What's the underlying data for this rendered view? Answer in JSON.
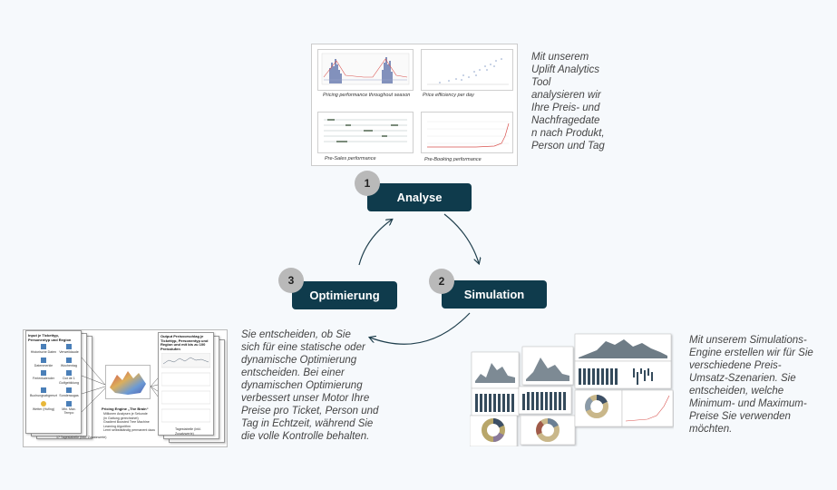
{
  "steps": [
    {
      "num": "1",
      "label": "Analyse"
    },
    {
      "num": "2",
      "label": "Simulation"
    },
    {
      "num": "3",
      "label": "Optimierung"
    }
  ],
  "descriptions": {
    "analyse": [
      "Mit unserem",
      "Uplift Analytics",
      "Tool",
      "analysieren wir",
      "Ihre Preis- und",
      "Nachfragedate",
      "n nach Produkt,",
      "Person und Tag"
    ],
    "simulation": [
      "Mit unserem Simulations-",
      "Engine erstellen wir für Sie",
      "verschiedene Preis-",
      "Umsatz-Szenarien. Sie",
      "entscheiden, welche",
      "Minimum- und Maximum-",
      "Preise Sie verwenden",
      "möchten."
    ],
    "optimierung": [
      "Sie entscheiden, ob Sie",
      "sich für eine statische oder",
      "dynamische Optimierung",
      "entscheiden. Bei einer",
      "dynamischen Optimierung",
      "verbessert unser Motor Ihre",
      "Preise pro Ticket, Person und",
      "Tag in Echtzeit, während Sie",
      "die volle Kontrolle behalten."
    ]
  },
  "analysis_panels": [
    {
      "caption": "Pricing performance throughout season"
    },
    {
      "caption": "Price efficiency per day"
    },
    {
      "caption": "Pre-Sales performance"
    },
    {
      "caption": "Pre-Booking performance"
    }
  ],
  "optimization_sheet": {
    "input_title": "Input je Ticket­typ, Personentyp und Region",
    "inputs": [
      "Historische Daten",
      "Verweildaude",
      "Datenmerkle",
      "Wochentag",
      "Ferienkalender",
      "Dot de 1 Golfgebiklung",
      "Buchungsabgrenzt",
      "Sonderaugas",
      "Wetter (Hufing)",
      "Min. Max. Tempo"
    ],
    "engine_title": "Pricing Engine „The Brain“",
    "engine_lines": [
      "Millionen Analysen je Sekunde",
      "(in Gattung gerechstnet)",
      "Gradient Boosted Tree Machine",
      "Learning Algorithm",
      "Lernt selbstständig permanent dazu"
    ],
    "output_title": "Output Preisvorschlag je Tickettyp, Personentyp und Region und mit bis zu 100 Preisstufen",
    "footer": "Tagestabelle (inkl. Zusatzwerte)",
    "footer2": "17 Tagestabelle (inkl. Zusatzwerte)"
  }
}
